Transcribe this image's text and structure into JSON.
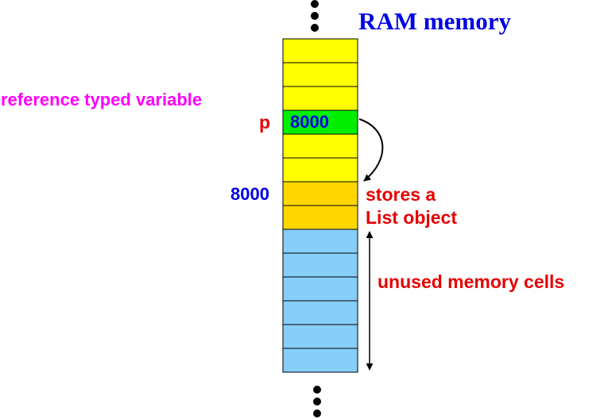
{
  "title": "RAM memory",
  "variable": {
    "description": "reference typed variable",
    "name": "p",
    "value": "8000"
  },
  "object": {
    "address": "8000",
    "label_line1": "stores a",
    "label_line2": "List object"
  },
  "unused": {
    "label": "unused memory cells"
  },
  "colors": {
    "normal_cell": "#ffff00",
    "variable_cell": "#00ee00",
    "object_cell": "#ffd700",
    "unused_cell": "#87cefa",
    "title": "#0000e6",
    "annotation": "#e60000",
    "variable_label": "#ff00ff"
  },
  "cells": [
    {
      "kind": "normal",
      "text": ""
    },
    {
      "kind": "normal",
      "text": ""
    },
    {
      "kind": "normal",
      "text": ""
    },
    {
      "kind": "variable",
      "text": "8000"
    },
    {
      "kind": "normal",
      "text": ""
    },
    {
      "kind": "normal",
      "text": ""
    },
    {
      "kind": "object",
      "text": ""
    },
    {
      "kind": "object",
      "text": ""
    },
    {
      "kind": "unused",
      "text": ""
    },
    {
      "kind": "unused",
      "text": ""
    },
    {
      "kind": "unused",
      "text": ""
    },
    {
      "kind": "unused",
      "text": ""
    },
    {
      "kind": "unused",
      "text": ""
    },
    {
      "kind": "unused",
      "text": ""
    }
  ]
}
